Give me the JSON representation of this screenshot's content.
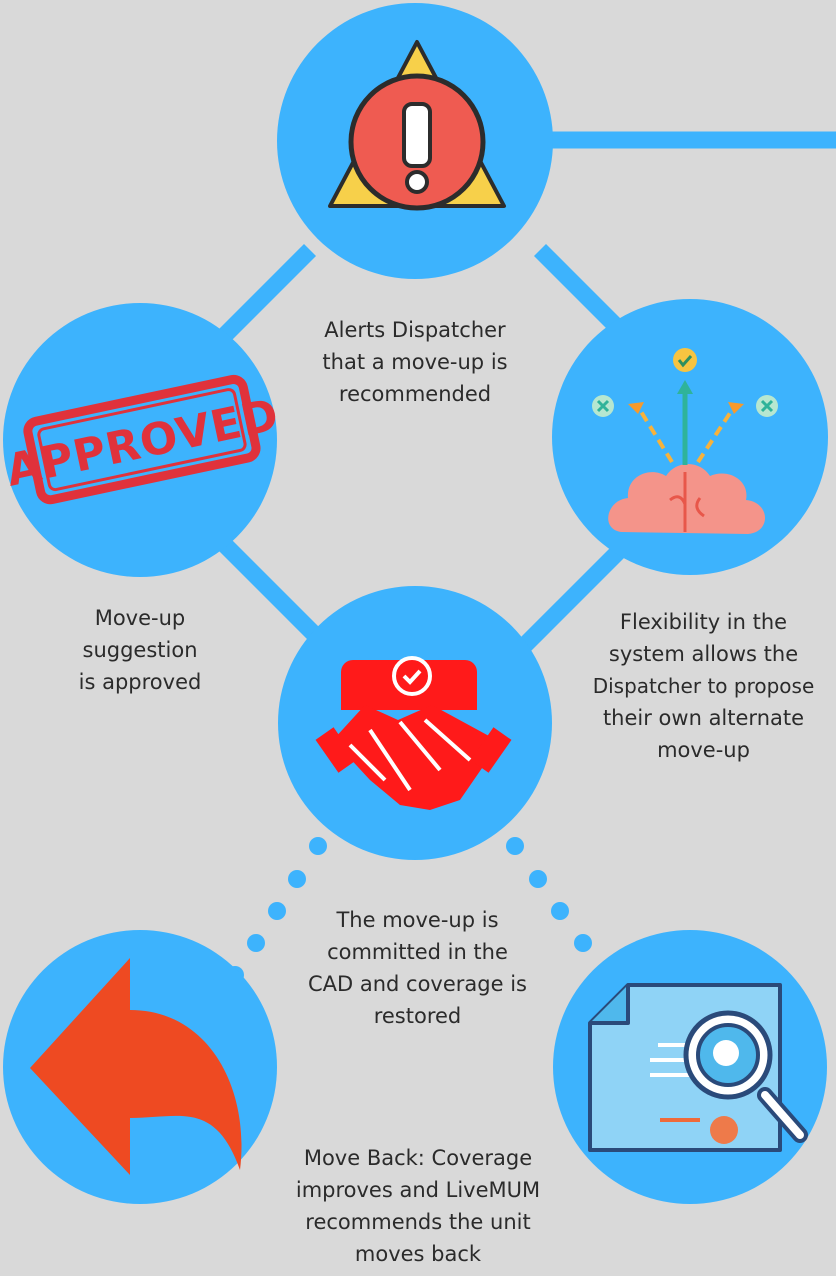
{
  "colors": {
    "background": "#d9d9d9",
    "node": "#3db3fd",
    "alert_red": "#ef5b51",
    "alert_yellow": "#f7d04a",
    "stamp_red": "#e0323b",
    "handshake_red": "#ff1a1a",
    "arrow_orange": "#ee4a22",
    "brain_pink": "#f4948a",
    "doc_blue": "#8fd3f6",
    "doc_outline": "#2a4a7a"
  },
  "nodes": [
    {
      "id": "alert",
      "icon": "warning-icon"
    },
    {
      "id": "approved",
      "icon": "approved-stamp-icon",
      "stamp_text": "APPROVED"
    },
    {
      "id": "flexibility",
      "icon": "brain-decision-icon"
    },
    {
      "id": "commit",
      "icon": "handshake-icon"
    },
    {
      "id": "move-back",
      "icon": "back-arrow-icon"
    },
    {
      "id": "review",
      "icon": "document-search-icon"
    }
  ],
  "labels": {
    "alert": [
      "Alerts Dispatcher",
      "that a move-up is",
      "recommended"
    ],
    "approved": [
      "Move-up",
      "suggestion",
      "is approved"
    ],
    "flexibility": [
      "Flexibility in the",
      "system allows the",
      "Dispatcher to propose",
      "their own alternate",
      "move-up"
    ],
    "commit": [
      "The move-up is",
      "committed in the",
      "CAD and coverage is",
      "restored"
    ],
    "move_back": [
      "Move Back: Coverage",
      "improves and LiveMUM",
      "recommends the unit",
      "moves back"
    ]
  }
}
